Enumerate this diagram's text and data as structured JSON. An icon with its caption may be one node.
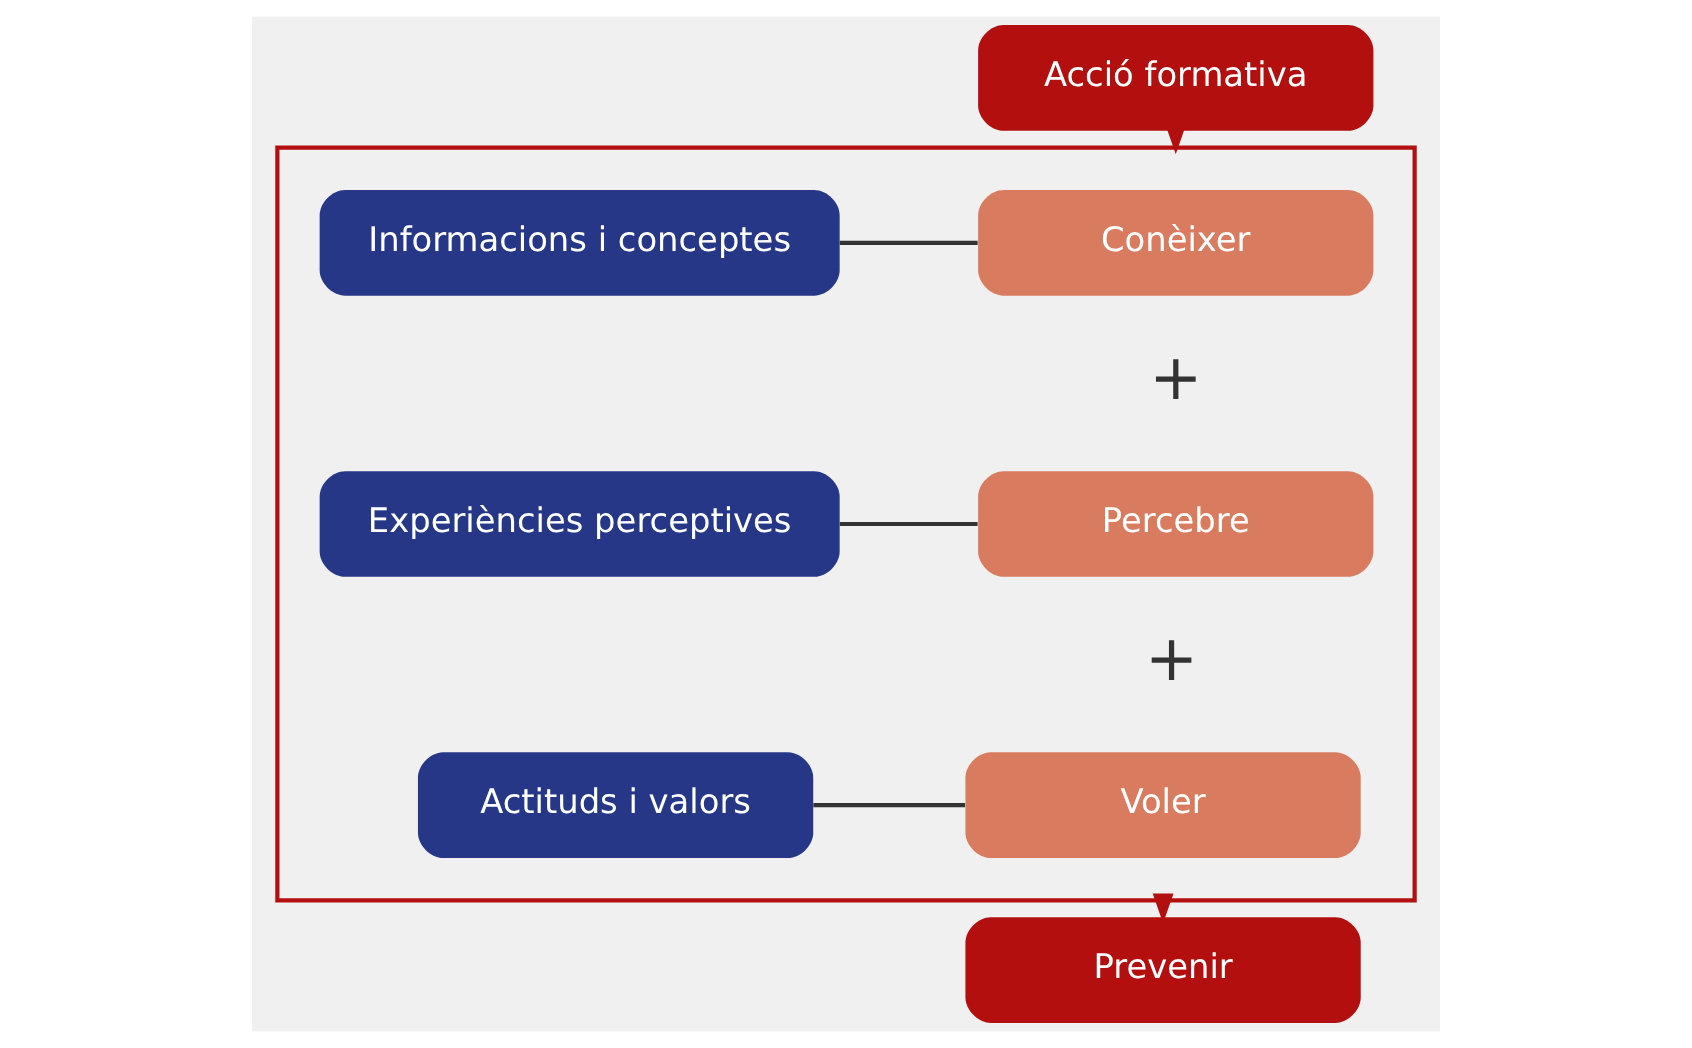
{
  "diagram": {
    "nodes": [
      {
        "text": [
          "Acció formativa"
        ]
      },
      {
        "text": [],
        "shape": "box"
      },
      {
        "text": [
          "Informacions i conceptes"
        ],
        "in": 1
      },
      {
        "text": [
          "Conèixer"
        ],
        "in": 1
      },
      {
        "text": [
          "Experiències perceptives"
        ],
        "in": 1
      },
      {
        "text": [
          "Percebre"
        ],
        "in": 1
      },
      {
        "text": [
          "Actituds i valors"
        ],
        "in": 1
      },
      {
        "text": [
          "Voler"
        ],
        "in": 1
      },
      {
        "text": [
          "Prevenir"
        ]
      }
    ],
    "edges": [
      {
        "from": 0,
        "to": 1,
        "arrow": "to",
        "color": "#b30f0f"
      },
      {
        "from": 2,
        "to": 3,
        "arrow": "none"
      },
      {
        "from": 4,
        "to": 5,
        "arrow": "none"
      },
      {
        "from": 6,
        "to": 7,
        "arrow": "none"
      },
      {
        "from": 1,
        "to": 8,
        "arrow": "to",
        "color": "#b30f0f"
      }
    ],
    "labels": [
      "+",
      "+"
    ]
  }
}
